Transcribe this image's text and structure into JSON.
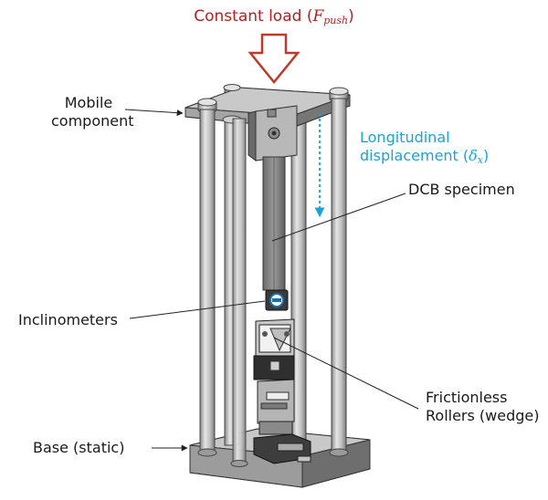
{
  "labels": {
    "constant_load": {
      "text": "Constant load (",
      "symbol": "F",
      "subscript": "push",
      "close": ")"
    },
    "mobile_component": {
      "line1": "Mobile",
      "line2": "component"
    },
    "longitudinal_displacement": {
      "line1": "Longitudinal",
      "line2_text": "displacement (",
      "symbol": "δ",
      "subscript": "x",
      "close": ")"
    },
    "dcb_specimen": "DCB specimen",
    "inclinometers": "Inclinometers",
    "frictionless_rollers": {
      "line1": "Frictionless",
      "line2": "Rollers (wedge)"
    },
    "base_static": "Base (static)"
  },
  "colors": {
    "load_label": "#b22222",
    "load_arrow_stroke": "#c0392b",
    "displacement_label": "#1aa3d6",
    "displacement_arrow": "#1aa3d6",
    "metal_light": "#d9d9d9",
    "metal_mid": "#b3b3b3",
    "metal_dark": "#5a5a5a"
  }
}
